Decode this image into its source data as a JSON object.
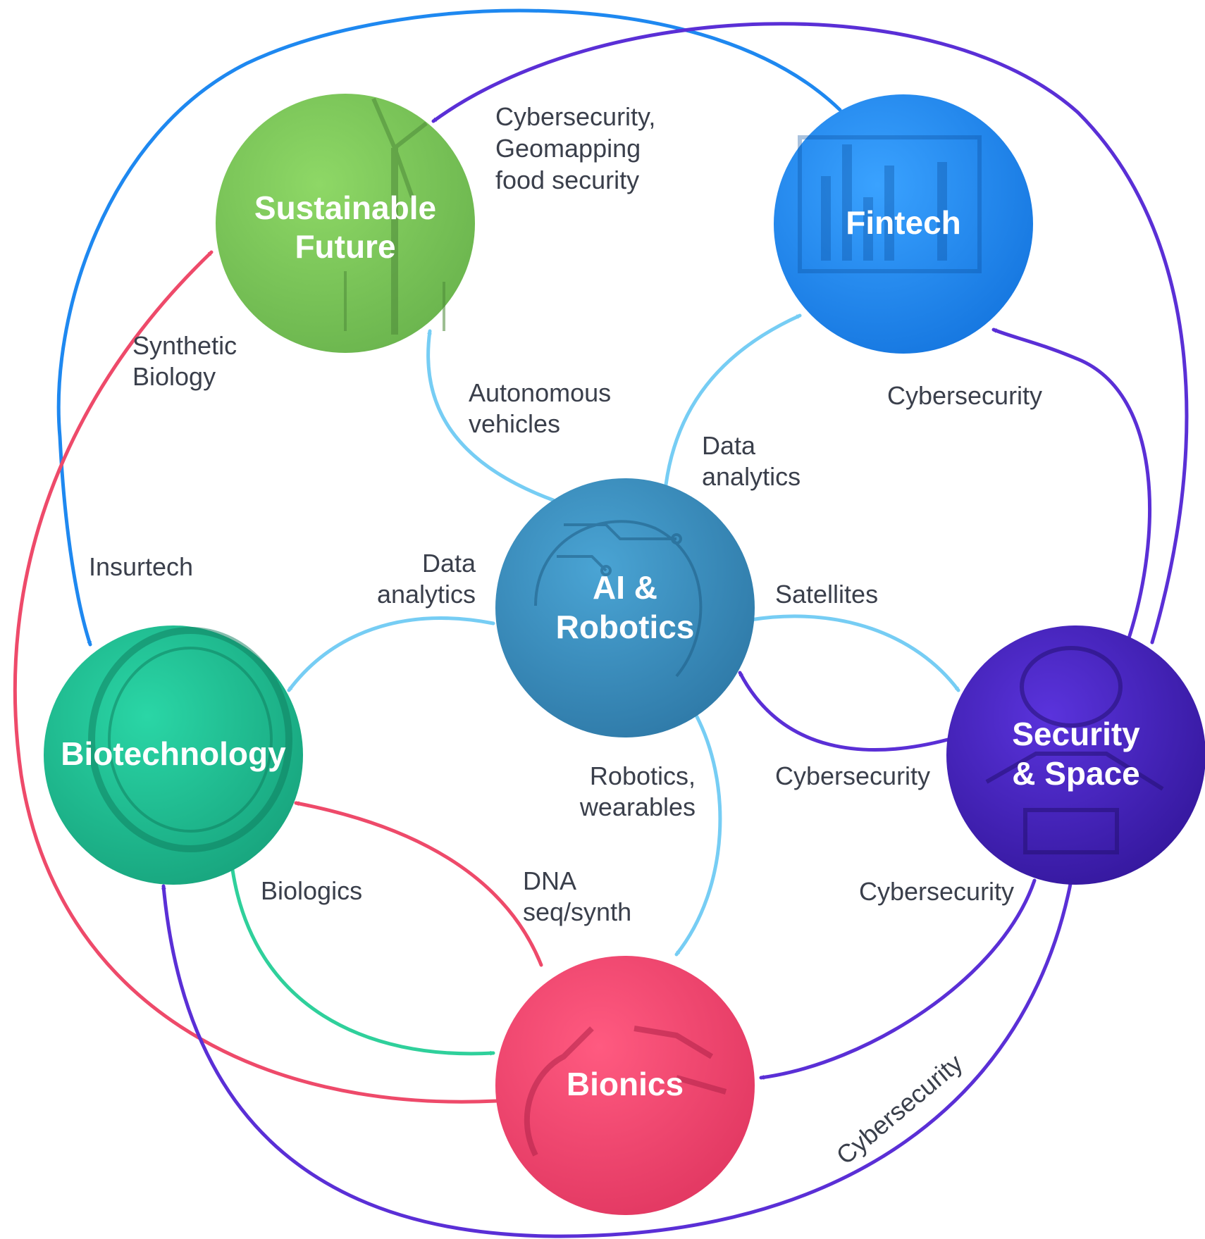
{
  "colors": {
    "sustainable": "#7cc95b",
    "fintech": "#1e88f0",
    "ai": "#3a8fbf",
    "biotech": "#22c497",
    "security": "#4a25c8",
    "bionics": "#f0476f",
    "link_light": "#76cdf4",
    "link_blue": "#1e88f0",
    "link_purple": "#5a2fd6",
    "link_red": "#ee4a6a",
    "link_green": "#2fd09b"
  },
  "nodes": {
    "sustainable": {
      "line1": "Sustainable",
      "line2": "Future",
      "icon": "wind-turbine-icon"
    },
    "fintech": {
      "line1": "Fintech",
      "icon": "bar-chart-screen-icon"
    },
    "ai": {
      "line1": "AI &",
      "line2": "Robotics",
      "icon": "circuit-head-icon"
    },
    "biotech": {
      "line1": "Biotechnology",
      "icon": "petri-dish-icon"
    },
    "security": {
      "line1": "Security",
      "line2": "& Space",
      "icon": "astronaut-icon"
    },
    "bionics": {
      "line1": "Bionics",
      "icon": "robot-hand-icon"
    }
  },
  "labels": {
    "cyber_geo": {
      "line1": "Cybersecurity,",
      "line2": "Geomapping",
      "line3": "food security"
    },
    "synthetic_biology": {
      "line1": "Synthetic",
      "line2": "Biology"
    },
    "autonomous": {
      "line1": "Autonomous",
      "line2": "vehicles"
    },
    "cyber_fintech": "Cybersecurity",
    "data_fintech": {
      "line1": "Data",
      "line2": "analytics"
    },
    "insurtech": "Insurtech",
    "data_biotech": {
      "line1": "Data",
      "line2": "analytics"
    },
    "satellites": "Satellites",
    "robotics_wearables": {
      "line1": "Robotics,",
      "line2": "wearables"
    },
    "cyber_ai": "Cybersecurity",
    "biologics": "Biologics",
    "dna": {
      "line1": "DNA",
      "line2": "seq/synth"
    },
    "cyber_bionics": "Cybersecurity",
    "cyber_outer": "Cybersecurity"
  }
}
